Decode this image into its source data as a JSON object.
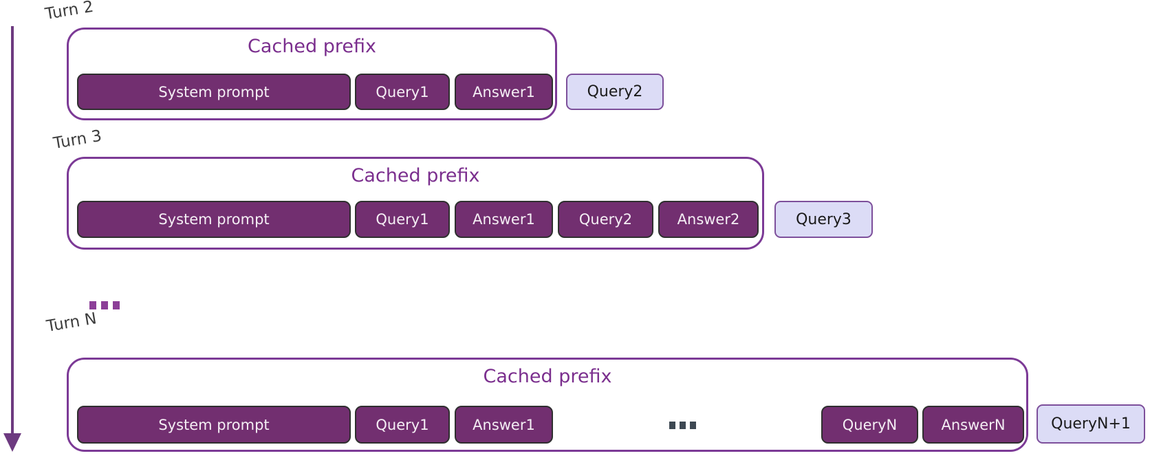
{
  "diagram": {
    "rows": [
      {
        "turn_label": "Turn 2",
        "cache_title": "Cached prefix",
        "cached_blocks": [
          "System prompt",
          "Query1",
          "Answer1"
        ],
        "new_query": "Query2"
      },
      {
        "turn_label": "Turn 3",
        "cache_title": "Cached prefix",
        "cached_blocks": [
          "System prompt",
          "Query1",
          "Answer1",
          "Query2",
          "Answer2"
        ],
        "new_query": "Query3"
      },
      {
        "turn_label": "Turn N",
        "cache_title": "Cached prefix",
        "cached_blocks": [
          "System prompt",
          "Query1",
          "Answer1",
          "...",
          "QueryN",
          "AnswerN"
        ],
        "new_query": "QueryN+1"
      }
    ],
    "between_rows_ellipsis": "...",
    "colors": {
      "cached_block_fill": "#722F70",
      "cached_block_border": "#2F2F2F",
      "cache_container_border": "#7C3A96",
      "cache_title_text": "#7B2F8E",
      "new_query_fill": "#DCDCF6",
      "new_query_border": "#7D4F9B",
      "turn_label_text": "#3D3D3D",
      "arrow": "#6D3A80",
      "inner_ellipsis": "#3D4852",
      "between_rows_ellipsis_color": "#8C3F98"
    }
  }
}
